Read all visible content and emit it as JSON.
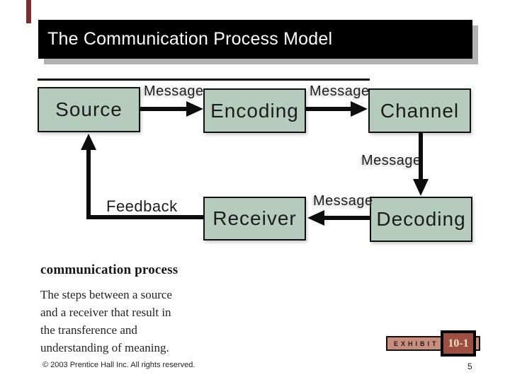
{
  "slide": {
    "title": "The Communication Process Model",
    "page_number": "5",
    "copyright": "© 2003 Prentice Hall Inc. All rights reserved."
  },
  "diagram": {
    "message_label": "Message",
    "feedback_label": "Feedback",
    "boxes": [
      {
        "id": "source",
        "label": "Source"
      },
      {
        "id": "encoding",
        "label": "Encoding"
      },
      {
        "id": "channel",
        "label": "Channel"
      },
      {
        "id": "receiver",
        "label": "Receiver"
      },
      {
        "id": "decoding",
        "label": "Decoding"
      }
    ],
    "flow": [
      "Source -> Encoding (Message)",
      "Encoding -> Channel (Message)",
      "Channel -> Decoding (Message)",
      "Decoding -> Receiver (Message)",
      "Receiver -> Source (Feedback)"
    ]
  },
  "definition": {
    "term": "communication process",
    "lines": [
      "The steps between a source",
      "and a receiver that result in",
      "the transference and",
      "understanding of meaning."
    ]
  },
  "exhibit": {
    "label": "EXHIBIT",
    "number": "10-1"
  },
  "colors": {
    "title_bar_bg": "#000000",
    "title_text": "#ffffff",
    "node_fill": "#b5cbbe",
    "node_border": "#111111",
    "corner_stripe": "#7a2f2f",
    "exhibit_bar_fill": "#c88d7c",
    "exhibit_box_fill": "#9d4f43",
    "exhibit_number_text": "#f2dfc1",
    "shadow_gray": "#b2b2b2"
  }
}
